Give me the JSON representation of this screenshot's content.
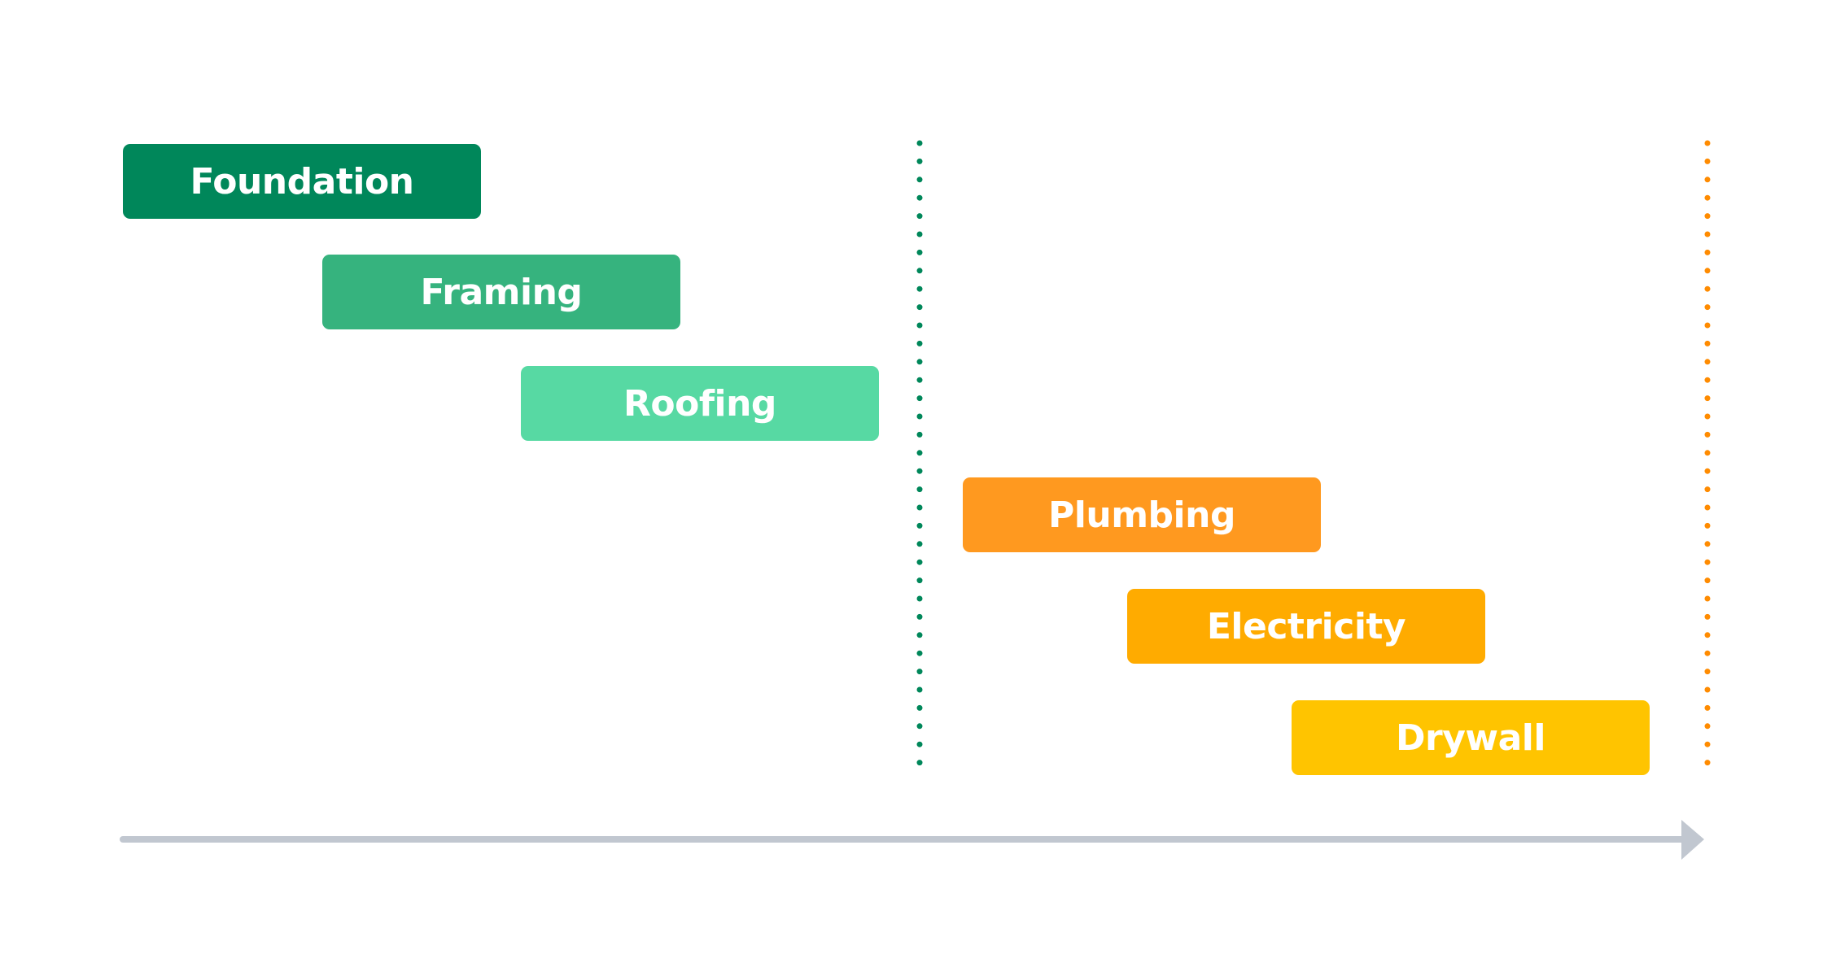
{
  "tasks": [
    {
      "id": "foundation",
      "label": "Foundation",
      "color": "#00875A"
    },
    {
      "id": "framing",
      "label": "Framing",
      "color": "#36B37E"
    },
    {
      "id": "roofing",
      "label": "Roofing",
      "color": "#57D9A3"
    },
    {
      "id": "plumbing",
      "label": "Plumbing",
      "color": "#FF991F"
    },
    {
      "id": "electricity",
      "label": "Electricity",
      "color": "#FFAB00"
    },
    {
      "id": "drywall",
      "label": "Drywall",
      "color": "#FFC400"
    }
  ],
  "milestones": [
    {
      "color": "#00875A",
      "style": "dotted"
    },
    {
      "color": "#FF8B00",
      "style": "dotted"
    }
  ],
  "timeline": {
    "color": "#C1C7D0",
    "direction": "right"
  }
}
